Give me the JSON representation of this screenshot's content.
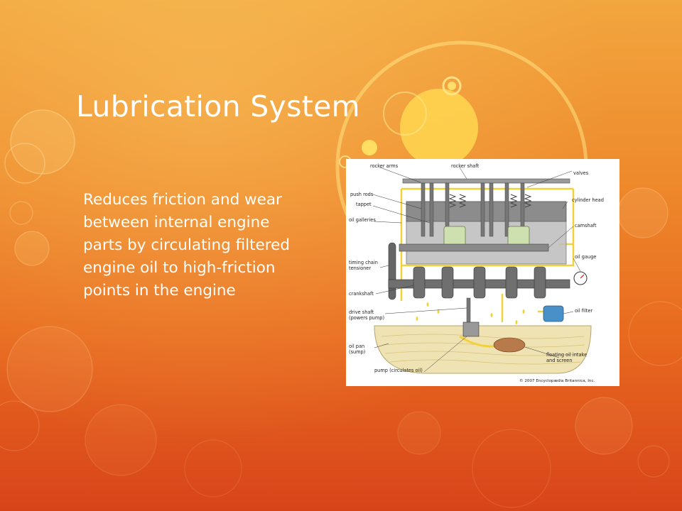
{
  "slide": {
    "title": "Lubrication System",
    "body": "Reduces friction and wear between internal engine parts by circulating filtered engine oil to high-friction points in the engine"
  },
  "diagram": {
    "labels": {
      "rocker_arms": "rocker arms",
      "rocker_shaft": "rocker shaft",
      "valves": "valves",
      "push_rods": "push rods",
      "tappet": "tappet",
      "cylinder_head": "cylinder head",
      "oil_galleries": "oil galleries",
      "camshaft": "camshaft",
      "oil_gauge": "oil gauge",
      "timing_chain_1": "timing chain",
      "timing_chain_2": "tensioner",
      "crankshaft": "crankshaft",
      "drive_shaft_1": "drive shaft",
      "drive_shaft_2": "(powers pump)",
      "oil_filter": "oil filter",
      "oil_pan_1": "oil pan",
      "oil_pan_2": "(sump)",
      "floating_1": "floating oil intake",
      "floating_2": "and screen",
      "pump": "pump (circulates oil)",
      "copyright": "© 2007 Encyclopædia Britannica, Inc."
    }
  },
  "colors": {
    "oil_yellow": "#f2d23a",
    "engine_gray": "#6f6f6f",
    "filter_blue": "#4a90c8",
    "pan_fill": "#efe3b4"
  }
}
